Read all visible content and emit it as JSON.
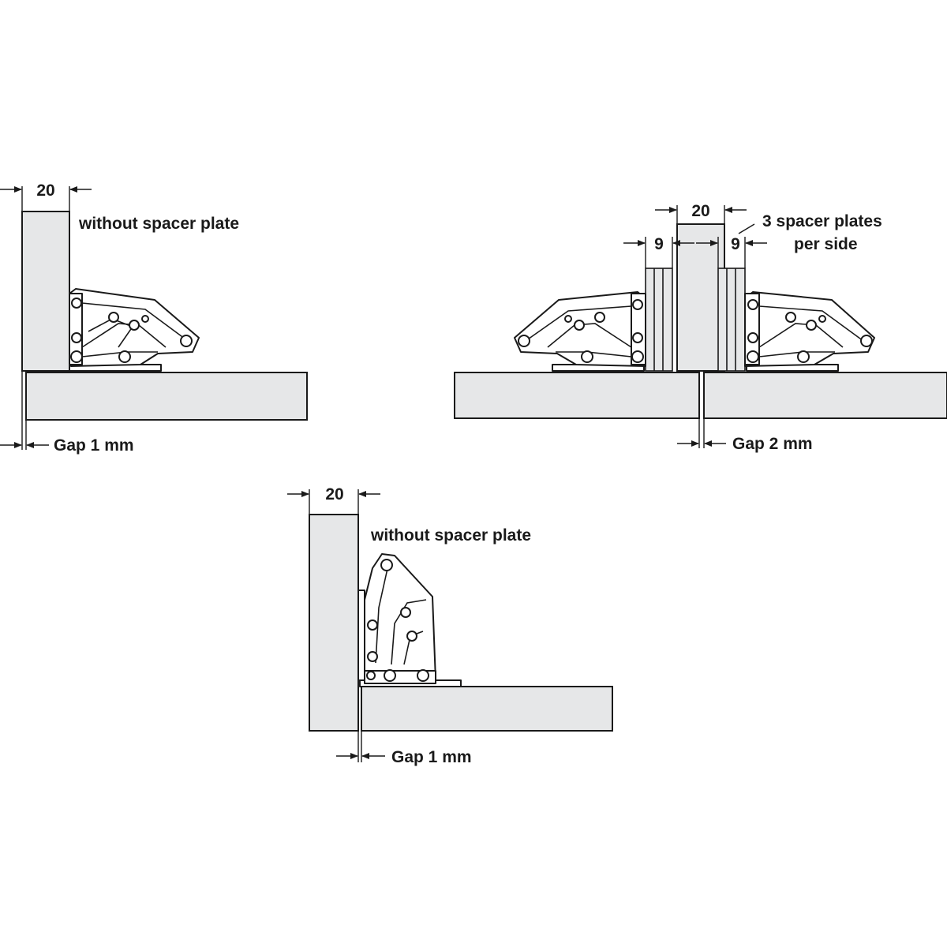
{
  "diagrams": {
    "top_left": {
      "width_value": "20",
      "note": "without spacer plate",
      "gap_label": "Gap 1  mm"
    },
    "top_right": {
      "width_value": "20",
      "spacer_left_value": "9",
      "spacer_right_value": "9",
      "note_line1": "3 spacer plates",
      "note_line2": "per side",
      "gap_label": "Gap 2  mm"
    },
    "bottom": {
      "width_value": "20",
      "note": "without spacer plate",
      "gap_label": "Gap 1  mm"
    }
  },
  "colors": {
    "panel_fill": "#e6e7e8",
    "line": "#1a1a1a"
  }
}
